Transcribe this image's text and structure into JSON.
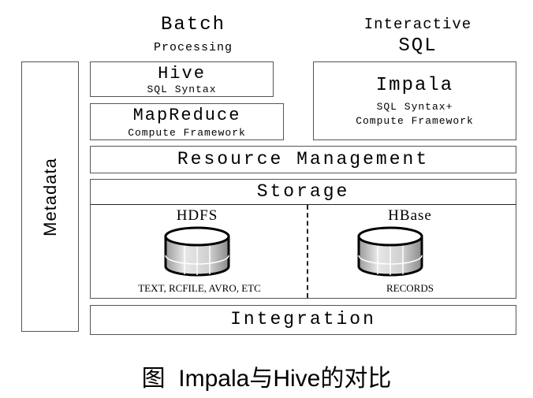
{
  "columns": {
    "batch": {
      "line1": "Batch",
      "line2": "Processing"
    },
    "interactive": {
      "line1": "Interactive",
      "line2": "SQL"
    }
  },
  "metadata": {
    "label": "Metadata"
  },
  "hive": {
    "title": "Hive",
    "subtitle": "SQL Syntax"
  },
  "mapreduce": {
    "title": "MapReduce",
    "subtitle": "Compute Framework"
  },
  "impala": {
    "title": "Impala",
    "subtitle1": "SQL Syntax+",
    "subtitle2": "Compute Framework"
  },
  "resource_management": {
    "label": "Resource Management"
  },
  "storage": {
    "label": "Storage",
    "hdfs": {
      "title": "HDFS",
      "formats": "TEXT, RCFILE, AVRO, ETC"
    },
    "hbase": {
      "title": "HBase",
      "formats": "RECORDS"
    }
  },
  "integration": {
    "label": "Integration"
  },
  "caption": {
    "text": "图  Impala与Hive的对比"
  },
  "colors": {
    "border": "#555555",
    "db_light": "#ffffff",
    "db_mid": "#d0d0d0",
    "db_dark": "#9a9a9a",
    "text": "#000000"
  }
}
